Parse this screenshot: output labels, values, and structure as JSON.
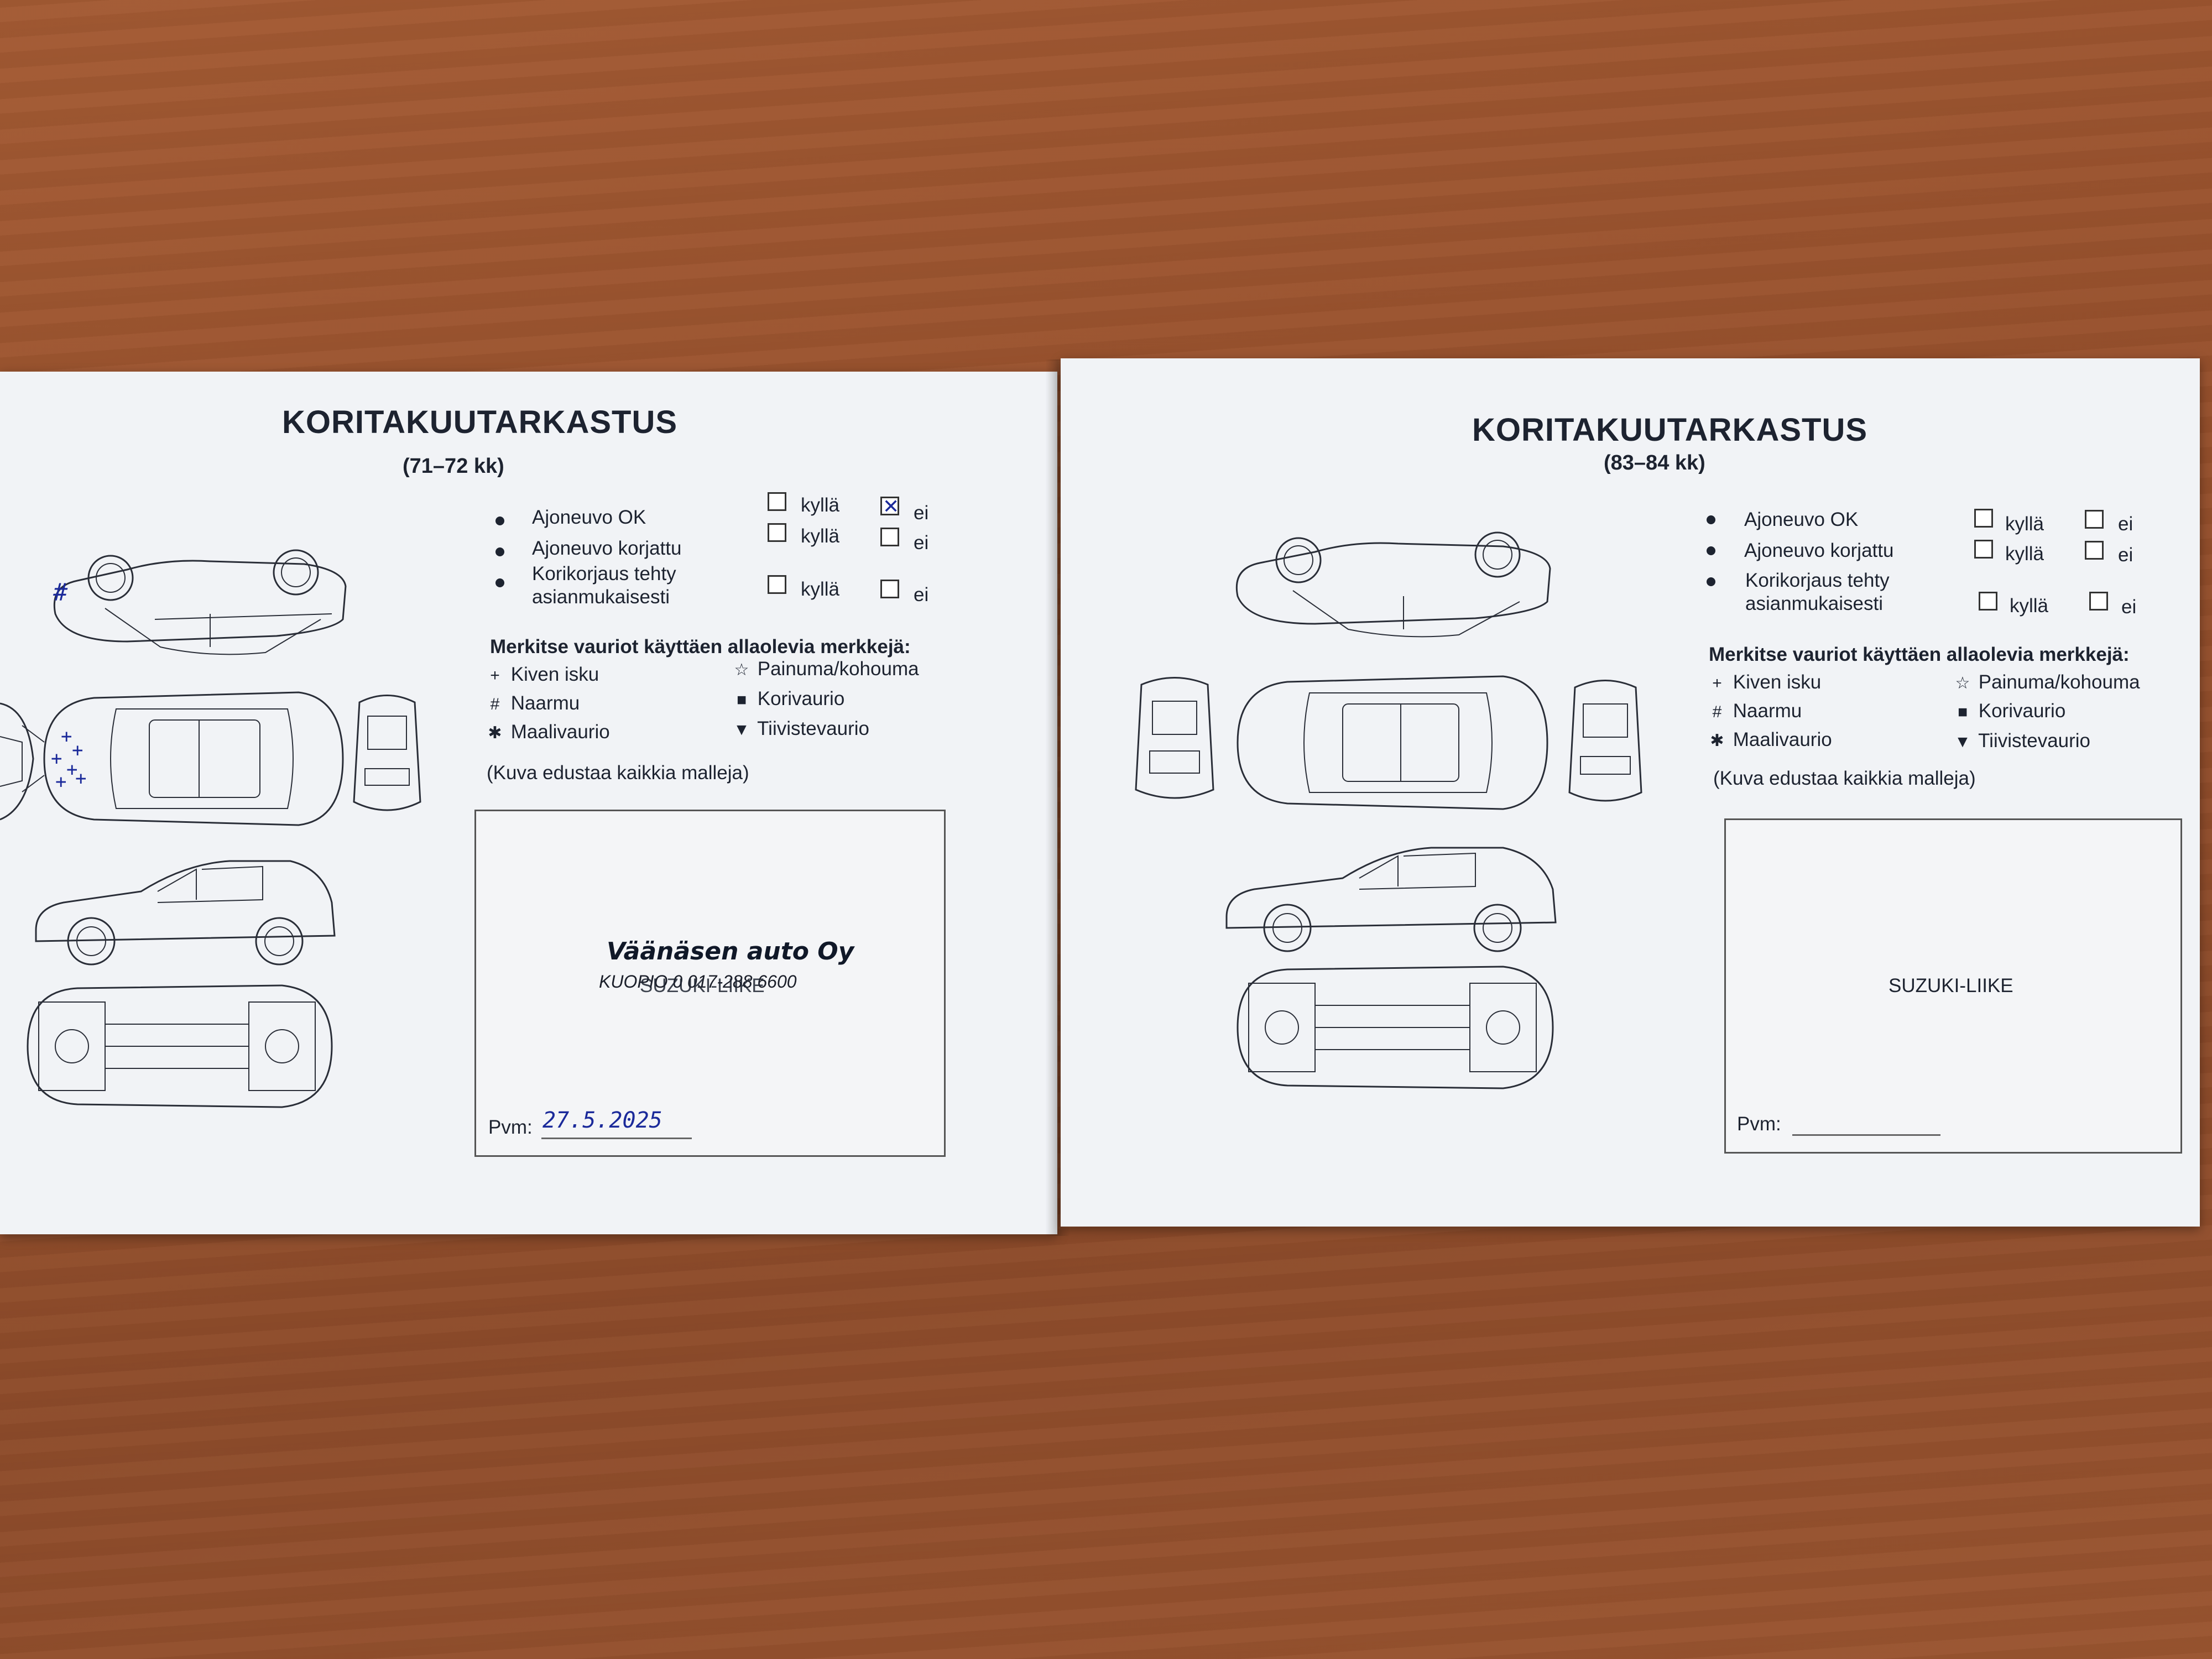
{
  "left": {
    "title": "KORITAKUUTARKASTUS",
    "period": "(71–72 kk)",
    "rows": [
      {
        "label": "Ajoneuvo OK",
        "yes": "kyllä",
        "no": "ei",
        "checked": "no"
      },
      {
        "label": "Ajoneuvo korjattu",
        "yes": "kyllä",
        "no": "ei",
        "checked": null
      },
      {
        "label_1": "Korikorjaus tehty",
        "label_2": "asianmukaisesti",
        "yes": "kyllä",
        "no": "ei",
        "checked": null
      }
    ],
    "instructions": "Merkitse vauriot käyttäen allaolevia merkkejä:",
    "legend": [
      {
        "symbol": "+",
        "label": "Kiven isku"
      },
      {
        "symbol": "#",
        "label": "Naarmu"
      },
      {
        "symbol": "✱",
        "label": "Maalivaurio"
      },
      {
        "symbol": "☆",
        "label": "Painuma/kohouma"
      },
      {
        "symbol": "■",
        "label": "Korivaurio"
      },
      {
        "symbol": "▼",
        "label": "Tiivistevaurio"
      }
    ],
    "note": "(Kuva edustaa kaikkia malleja)",
    "dealer_box": {
      "stamp_name": "Väänäsen auto Oy",
      "stamp_line": "KUOPIO  0  017-288 6600",
      "printed_label": "SUZUKI-LIIKE",
      "date_label": "Pvm:",
      "date_value": "27.5.2025"
    },
    "handwritten_marks": [
      "#",
      "+",
      "+",
      "+",
      "+",
      "+",
      "+"
    ]
  },
  "right": {
    "title": "KORITAKUUTARKASTUS",
    "period": "(83–84 kk)",
    "rows": [
      {
        "label": "Ajoneuvo OK",
        "yes": "kyllä",
        "no": "ei",
        "checked": null
      },
      {
        "label": "Ajoneuvo korjattu",
        "yes": "kyllä",
        "no": "ei",
        "checked": null
      },
      {
        "label_1": "Korikorjaus tehty",
        "label_2": "asianmukaisesti",
        "yes": "kyllä",
        "no": "ei",
        "checked": null
      }
    ],
    "instructions": "Merkitse vauriot käyttäen allaolevia merkkejä:",
    "legend": [
      {
        "symbol": "+",
        "label": "Kiven isku"
      },
      {
        "symbol": "#",
        "label": "Naarmu"
      },
      {
        "symbol": "✱",
        "label": "Maalivaurio"
      },
      {
        "symbol": "☆",
        "label": "Painuma/kohouma"
      },
      {
        "symbol": "■",
        "label": "Korivaurio"
      },
      {
        "symbol": "▼",
        "label": "Tiivistevaurio"
      }
    ],
    "note": "(Kuva edustaa kaikkia malleja)",
    "dealer_box": {
      "printed_label": "SUZUKI-LIIKE",
      "date_label": "Pvm:",
      "date_value": ""
    }
  },
  "colors": {
    "paper": "#f1f3f6",
    "ink": "#1d2330",
    "pen": "#1b2a9a",
    "table": "#96502c"
  }
}
